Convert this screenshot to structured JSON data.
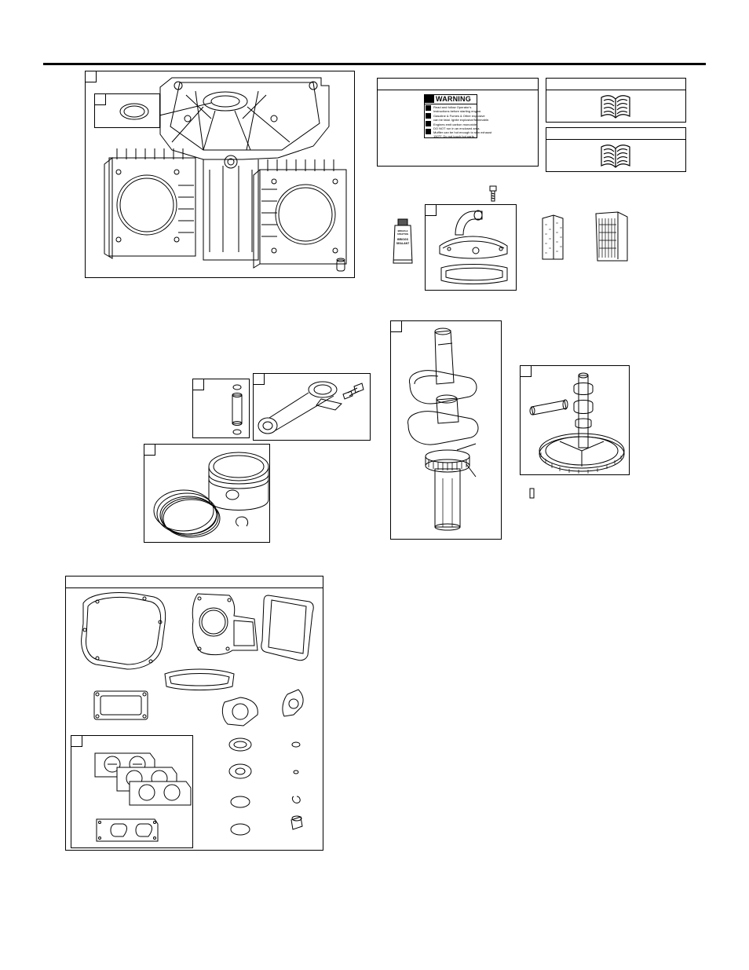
{
  "page": {
    "title": "Engine parts illustration page"
  },
  "warning_label": {
    "title": "WARNING",
    "lines": [
      "Read and follow Operator's",
      "Instructions before starting engine.",
      "Gasoline & Fumes & Other explosive",
      "can be fatal. Ignite explosive/flammable.",
      "Engines emit carbon monoxide.",
      "DO NOT run in an enclosed area.",
      "Muffler can be hot enough to skin exhaust",
      "150°F. Do not touch hot parts."
    ]
  },
  "sealant_tube": {
    "brand": "BRIGGS & STRATTON",
    "label_lines": [
      "BRIGGS",
      "SEALANT"
    ]
  },
  "icons": {
    "manual_1": "open-book-icon",
    "manual_2": "open-book-icon"
  }
}
